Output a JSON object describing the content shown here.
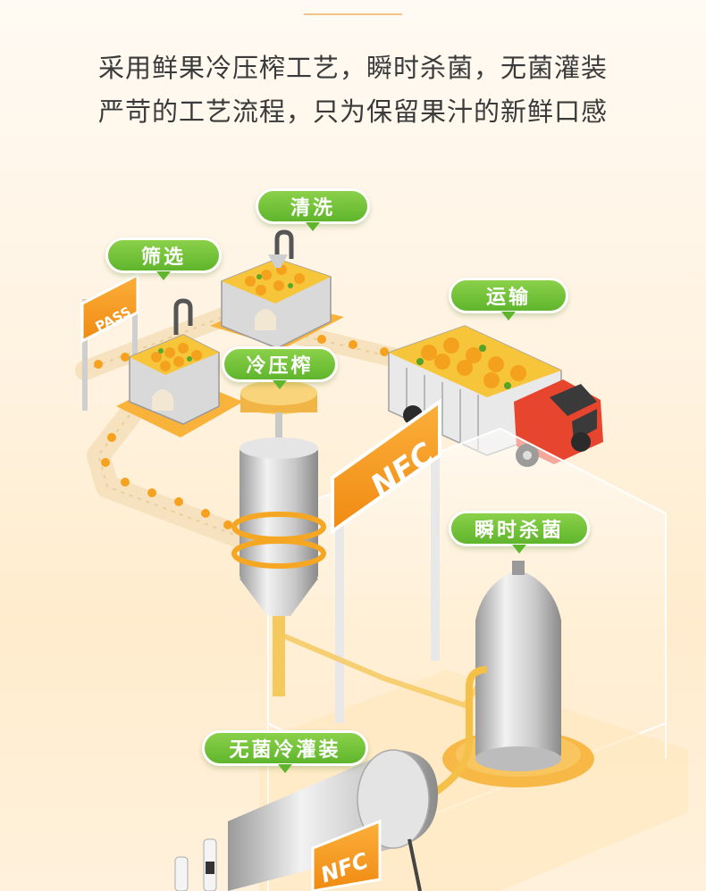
{
  "headline": {
    "line1": "采用鲜果冷压榨工艺，瞬时杀菌，无菌灌装",
    "line2": "严苛的工艺流程，只为保留果汁的新鲜口感"
  },
  "steps": {
    "wash": "清洗",
    "screen": "筛选",
    "transport": "运输",
    "press": "冷压榨",
    "sterilize": "瞬时杀菌",
    "fill": "无菌冷灌装"
  },
  "signs": {
    "pass": "PASS",
    "nfc": "NFC"
  },
  "colors": {
    "accent_orange": "#f5a623",
    "tag_green": "#6cbf35",
    "truck_red": "#e8452f"
  }
}
